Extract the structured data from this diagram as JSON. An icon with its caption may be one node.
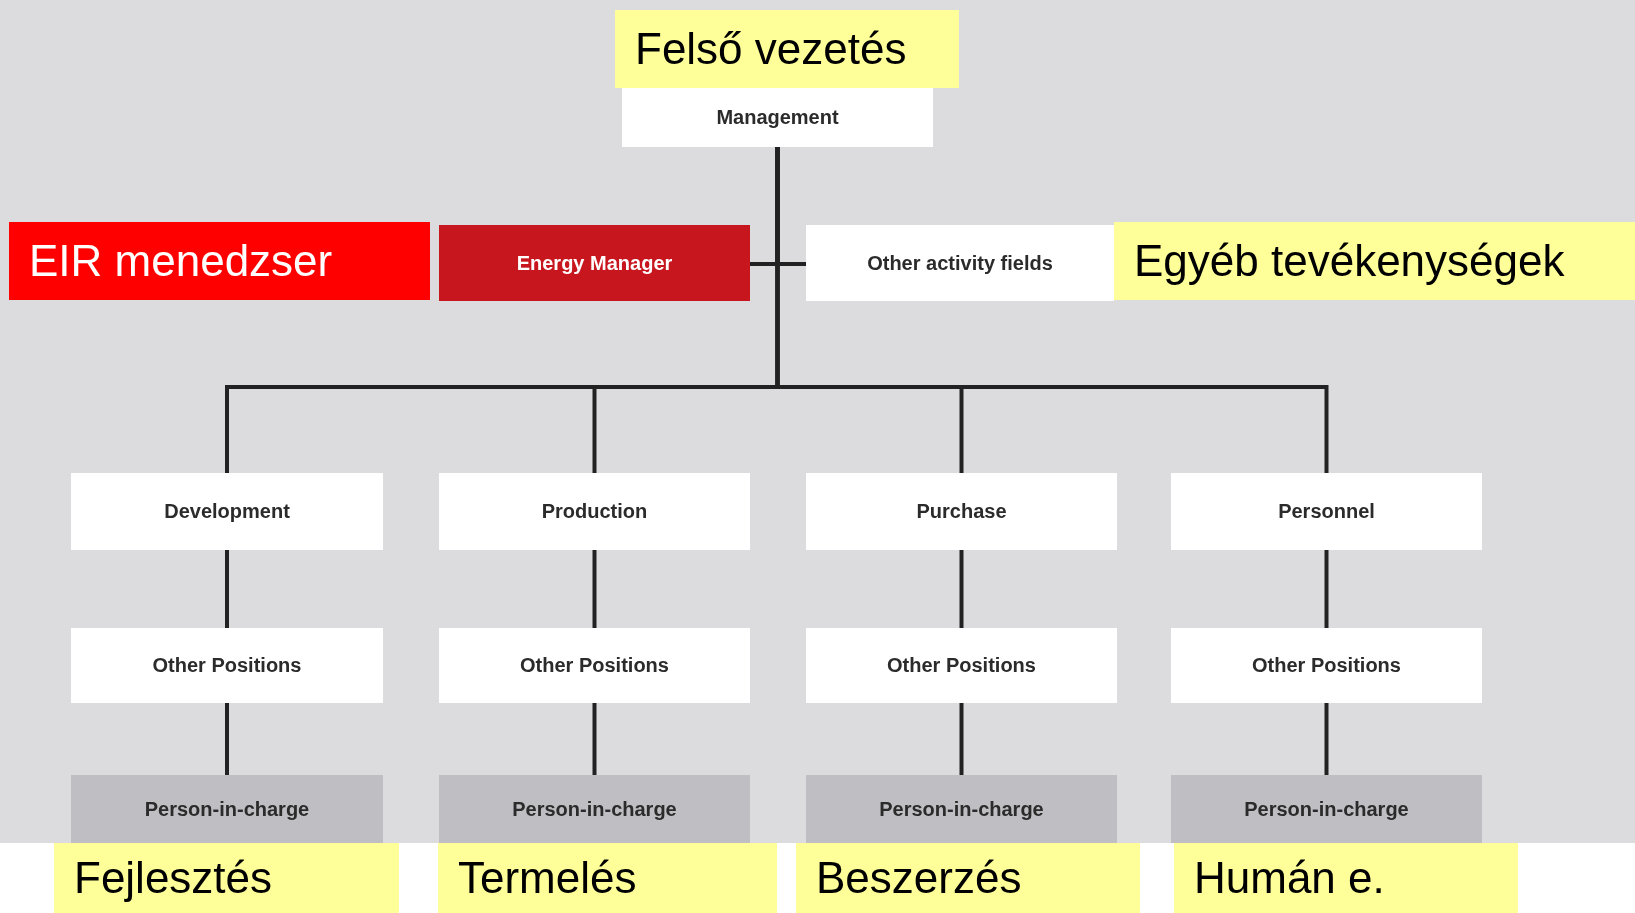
{
  "diagram": {
    "nodes": [
      {
        "text": [
          "Felső vezetés"
        ]
      },
      {
        "text": [
          "Management"
        ]
      },
      {
        "text": [
          "EIR menedzser"
        ]
      },
      {
        "text": [
          "Energy Manager"
        ]
      },
      {
        "text": [
          "Other activity fields"
        ]
      },
      {
        "text": [
          "Egyéb tevékenységek"
        ]
      },
      {
        "text": [
          "Development"
        ]
      },
      {
        "text": [
          "Production"
        ]
      },
      {
        "text": [
          "Purchase"
        ]
      },
      {
        "text": [
          "Personnel"
        ]
      },
      {
        "text": [
          "Other Positions"
        ]
      },
      {
        "text": [
          "Other Positions"
        ]
      },
      {
        "text": [
          "Other Positions"
        ]
      },
      {
        "text": [
          "Other Positions"
        ]
      },
      {
        "text": [
          "Person-in-charge"
        ]
      },
      {
        "text": [
          "Person-in-charge"
        ]
      },
      {
        "text": [
          "Person-in-charge"
        ]
      },
      {
        "text": [
          "Person-in-charge"
        ]
      },
      {
        "text": [
          "Fejlesztés"
        ]
      },
      {
        "text": [
          "Termelés"
        ]
      },
      {
        "text": [
          "Beszerzés"
        ]
      },
      {
        "text": [
          "Humán e."
        ]
      }
    ],
    "edges": [
      {
        "from": 1,
        "to": 3,
        "arrow": "none"
      },
      {
        "from": 1,
        "to": 4,
        "arrow": "none"
      },
      {
        "from": 1,
        "to": 6,
        "arrow": "none"
      },
      {
        "from": 1,
        "to": 7,
        "arrow": "none"
      },
      {
        "from": 1,
        "to": 8,
        "arrow": "none"
      },
      {
        "from": 1,
        "to": 9,
        "arrow": "none"
      },
      {
        "from": 6,
        "to": 10,
        "arrow": "none"
      },
      {
        "from": 7,
        "to": 11,
        "arrow": "none"
      },
      {
        "from": 8,
        "to": 12,
        "arrow": "none"
      },
      {
        "from": 9,
        "to": 13,
        "arrow": "none"
      },
      {
        "from": 10,
        "to": 14,
        "arrow": "none"
      },
      {
        "from": 11,
        "to": 15,
        "arrow": "none"
      },
      {
        "from": 12,
        "to": 16,
        "arrow": "none"
      },
      {
        "from": 13,
        "to": 17,
        "arrow": "none"
      }
    ]
  }
}
